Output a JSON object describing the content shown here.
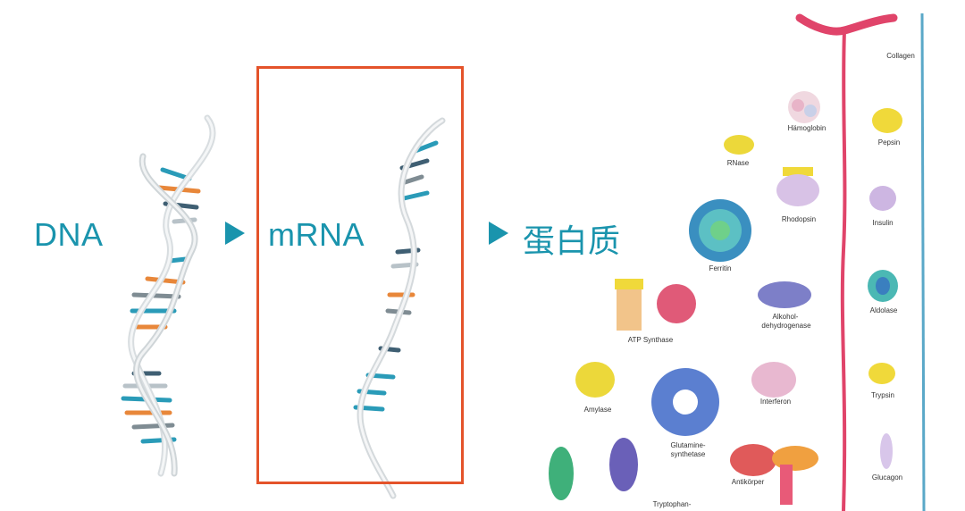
{
  "flow": {
    "dna_label": "DNA",
    "mrna_label": "mRNA",
    "protein_label": "蛋白质",
    "arrow_icon": "play-triangle-icon",
    "accent_color": "#1a94ad",
    "frame_color": "#e4532a"
  },
  "proteins": {
    "collagen": "Collagen",
    "hemoglobin": "Hämoglobin",
    "pepsin": "Pepsin",
    "rnase": "RNase",
    "rhodopsin": "Rhodopsin",
    "insulin": "Insulin",
    "ferritin": "Ferritin",
    "aldolase": "Aldolase",
    "alcohol_dh_1": "Alkohol-",
    "alcohol_dh_2": "dehydrogenase",
    "atp_synthase": "ATP Synthase",
    "trypsin": "Trypsin",
    "amylase": "Amylase",
    "interferon": "Interferon",
    "glutamine_1": "Glutamine-",
    "glutamine_2": "synthetase",
    "glucagon": "Glucagon",
    "antikorper": "Antikörper",
    "tryptophan": "Tryptophan-"
  }
}
